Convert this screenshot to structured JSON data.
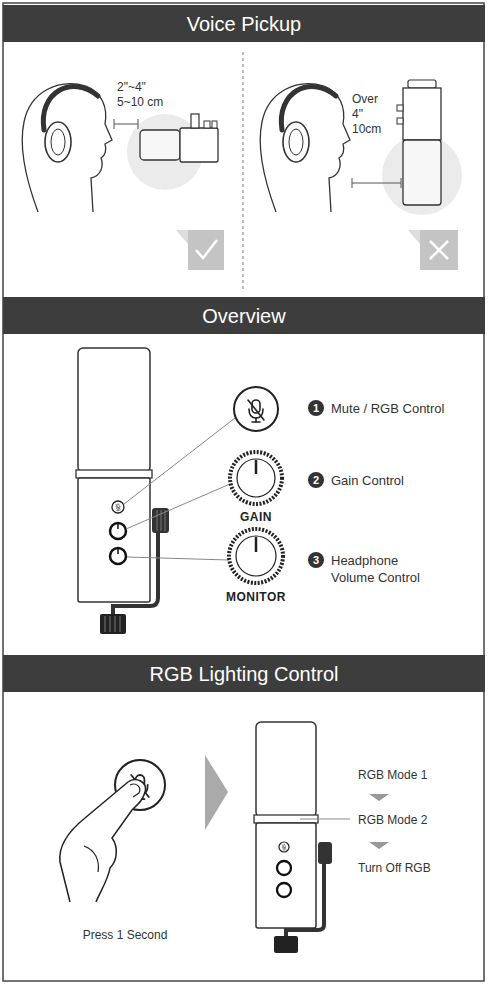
{
  "diagram": {
    "nodes": [
      {
        "text": [
          "Voice Pickup"
        ]
      },
      {
        "text": [
          "Overview"
        ]
      },
      {
        "text": [
          "RGB Lighting Control"
        ]
      },
      {
        "text": [
          "1",
          "Mute / RGB Control"
        ]
      },
      {
        "text": [
          "2",
          "Gain Control"
        ]
      },
      {
        "text": [
          "3",
          "Headphone Volume Control"
        ]
      }
    ],
    "labels": [
      "2\"~4\"",
      "5~10 cm",
      "Over",
      "4\"",
      "10cm",
      "GAIN",
      "MONITOR",
      "RGB Mode 1",
      "RGB Mode 2",
      "Turn Off RGB",
      "Press 1 Second"
    ]
  }
}
